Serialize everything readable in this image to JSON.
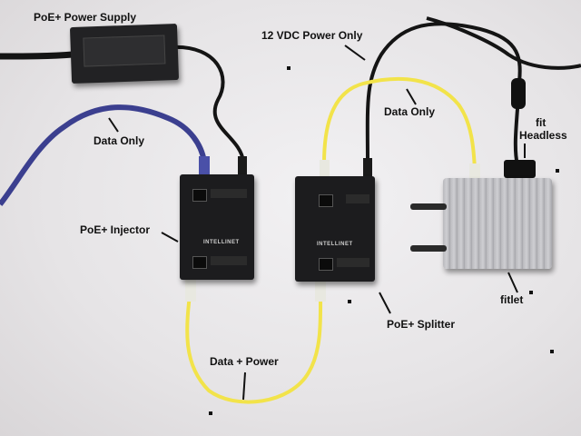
{
  "labels": {
    "poe_power_supply": "PoE+ Power Supply",
    "vdc_power_only": "12 VDC Power Only",
    "data_only_left": "Data Only",
    "data_only_right": "Data Only",
    "fit": "fit",
    "headless": "Headless",
    "poe_injector": "PoE+ Injector",
    "fitlet": "fitlet",
    "poe_splitter": "PoE+ Splitter",
    "data_power": "Data + Power"
  },
  "device_markings": {
    "injector_brand": "INTELLINET",
    "splitter_brand": "INTELLINET"
  },
  "colors": {
    "ethernet_yellow": "#f2e34a",
    "ethernet_blue": "#3b3f8f",
    "cable_black": "#141414",
    "wall": "#e9e7e9"
  }
}
